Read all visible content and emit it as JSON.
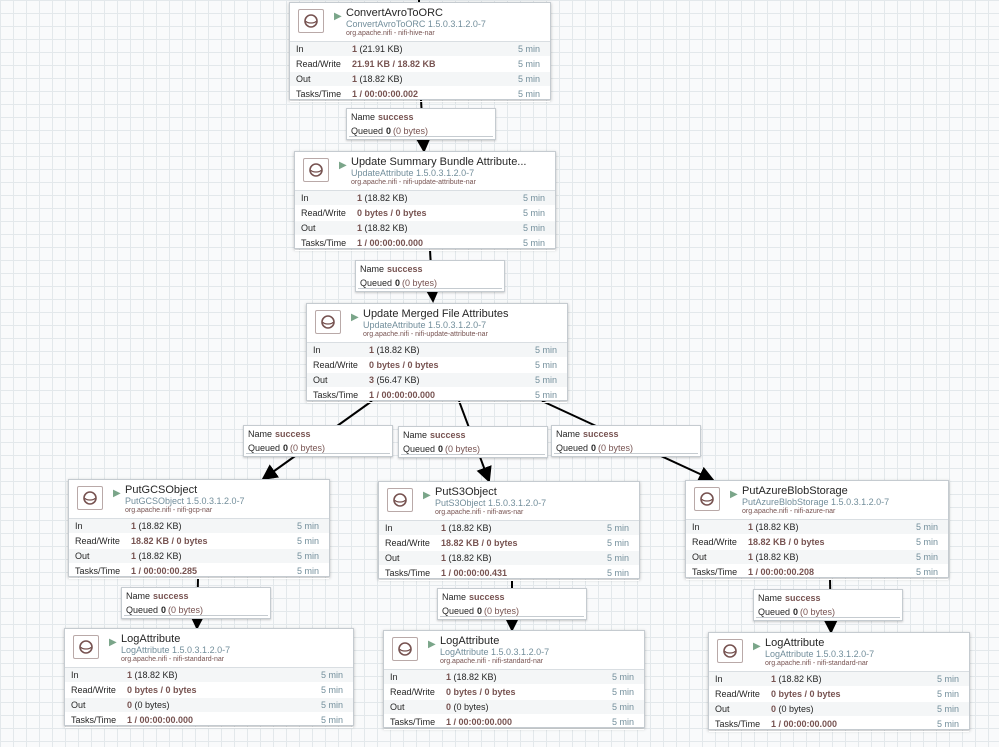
{
  "processors": [
    {
      "id": "convert",
      "name": "ConvertAvroToORC",
      "type": "ConvertAvroToORC 1.5.0.3.1.2.0-7",
      "bundle": "org.apache.nifi - nifi-hive-nar",
      "in_count": "1",
      "in_size": "(21.91 KB)",
      "rw": "21.91 KB / 18.82 KB",
      "out_count": "1",
      "out_size": "(18.82 KB)",
      "tasks": "1 / 00:00:00.002",
      "window": "5 min"
    },
    {
      "id": "summary",
      "name": "Update Summary Bundle Attribute...",
      "type": "UpdateAttribute 1.5.0.3.1.2.0-7",
      "bundle": "org.apache.nifi - nifi-update-attribute-nar",
      "in_count": "1",
      "in_size": "(18.82 KB)",
      "rw": "0 bytes / 0 bytes",
      "out_count": "1",
      "out_size": "(18.82 KB)",
      "tasks": "1 / 00:00:00.000",
      "window": "5 min"
    },
    {
      "id": "merged",
      "name": "Update Merged File Attributes",
      "type": "UpdateAttribute 1.5.0.3.1.2.0-7",
      "bundle": "org.apache.nifi - nifi-update-attribute-nar",
      "in_count": "1",
      "in_size": "(18.82 KB)",
      "rw": "0 bytes / 0 bytes",
      "out_count": "3",
      "out_size": "(56.47 KB)",
      "tasks": "1 / 00:00:00.000",
      "window": "5 min"
    },
    {
      "id": "gcs",
      "name": "PutGCSObject",
      "type": "PutGCSObject 1.5.0.3.1.2.0-7",
      "bundle": "org.apache.nifi - nifi-gcp-nar",
      "in_count": "1",
      "in_size": "(18.82 KB)",
      "rw": "18.82 KB / 0 bytes",
      "out_count": "1",
      "out_size": "(18.82 KB)",
      "tasks": "1 / 00:00:00.285",
      "window": "5 min"
    },
    {
      "id": "s3",
      "name": "PutS3Object",
      "type": "PutS3Object 1.5.0.3.1.2.0-7",
      "bundle": "org.apache.nifi - nifi-aws-nar",
      "in_count": "1",
      "in_size": "(18.82 KB)",
      "rw": "18.82 KB / 0 bytes",
      "out_count": "1",
      "out_size": "(18.82 KB)",
      "tasks": "1 / 00:00:00.431",
      "window": "5 min"
    },
    {
      "id": "azure",
      "name": "PutAzureBlobStorage",
      "type": "PutAzureBlobStorage 1.5.0.3.1.2.0-7",
      "bundle": "org.apache.nifi - nifi-azure-nar",
      "in_count": "1",
      "in_size": "(18.82 KB)",
      "rw": "18.82 KB / 0 bytes",
      "out_count": "1",
      "out_size": "(18.82 KB)",
      "tasks": "1 / 00:00:00.208",
      "window": "5 min"
    },
    {
      "id": "log1",
      "name": "LogAttribute",
      "type": "LogAttribute 1.5.0.3.1.2.0-7",
      "bundle": "org.apache.nifi - nifi-standard-nar",
      "in_count": "1",
      "in_size": "(18.82 KB)",
      "rw": "0 bytes / 0 bytes",
      "out_count": "0",
      "out_size": "(0 bytes)",
      "tasks": "1 / 00:00:00.000",
      "window": "5 min"
    },
    {
      "id": "log2",
      "name": "LogAttribute",
      "type": "LogAttribute 1.5.0.3.1.2.0-7",
      "bundle": "org.apache.nifi - nifi-standard-nar",
      "in_count": "1",
      "in_size": "(18.82 KB)",
      "rw": "0 bytes / 0 bytes",
      "out_count": "0",
      "out_size": "(0 bytes)",
      "tasks": "1 / 00:00:00.000",
      "window": "5 min"
    },
    {
      "id": "log3",
      "name": "LogAttribute",
      "type": "LogAttribute 1.5.0.3.1.2.0-7",
      "bundle": "org.apache.nifi - nifi-standard-nar",
      "in_count": "1",
      "in_size": "(18.82 KB)",
      "rw": "0 bytes / 0 bytes",
      "out_count": "0",
      "out_size": "(0 bytes)",
      "tasks": "1 / 00:00:00.000",
      "window": "5 min"
    }
  ],
  "labels": {
    "in": "In",
    "rw": "Read/Write",
    "out": "Out",
    "tasks": "Tasks/Time",
    "name": "Name",
    "queued": "Queued"
  },
  "connections": [
    {
      "relationship": "success",
      "queued_count": "0",
      "queued_size": "(0 bytes)"
    },
    {
      "relationship": "success",
      "queued_count": "0",
      "queued_size": "(0 bytes)"
    },
    {
      "relationship": "success",
      "queued_count": "0",
      "queued_size": "(0 bytes)"
    },
    {
      "relationship": "success",
      "queued_count": "0",
      "queued_size": "(0 bytes)"
    },
    {
      "relationship": "success",
      "queued_count": "0",
      "queued_size": "(0 bytes)"
    },
    {
      "relationship": "success",
      "queued_count": "0",
      "queued_size": "(0 bytes)"
    },
    {
      "relationship": "success",
      "queued_count": "0",
      "queued_size": "(0 bytes)"
    },
    {
      "relationship": "success",
      "queued_count": "0",
      "queued_size": "(0 bytes)"
    }
  ],
  "colors": {
    "accent": "#775351",
    "run_icon": "#7aa589",
    "type_text": "#728e9b"
  },
  "icons": {
    "processor": "processor-icon",
    "run": "play-icon"
  }
}
